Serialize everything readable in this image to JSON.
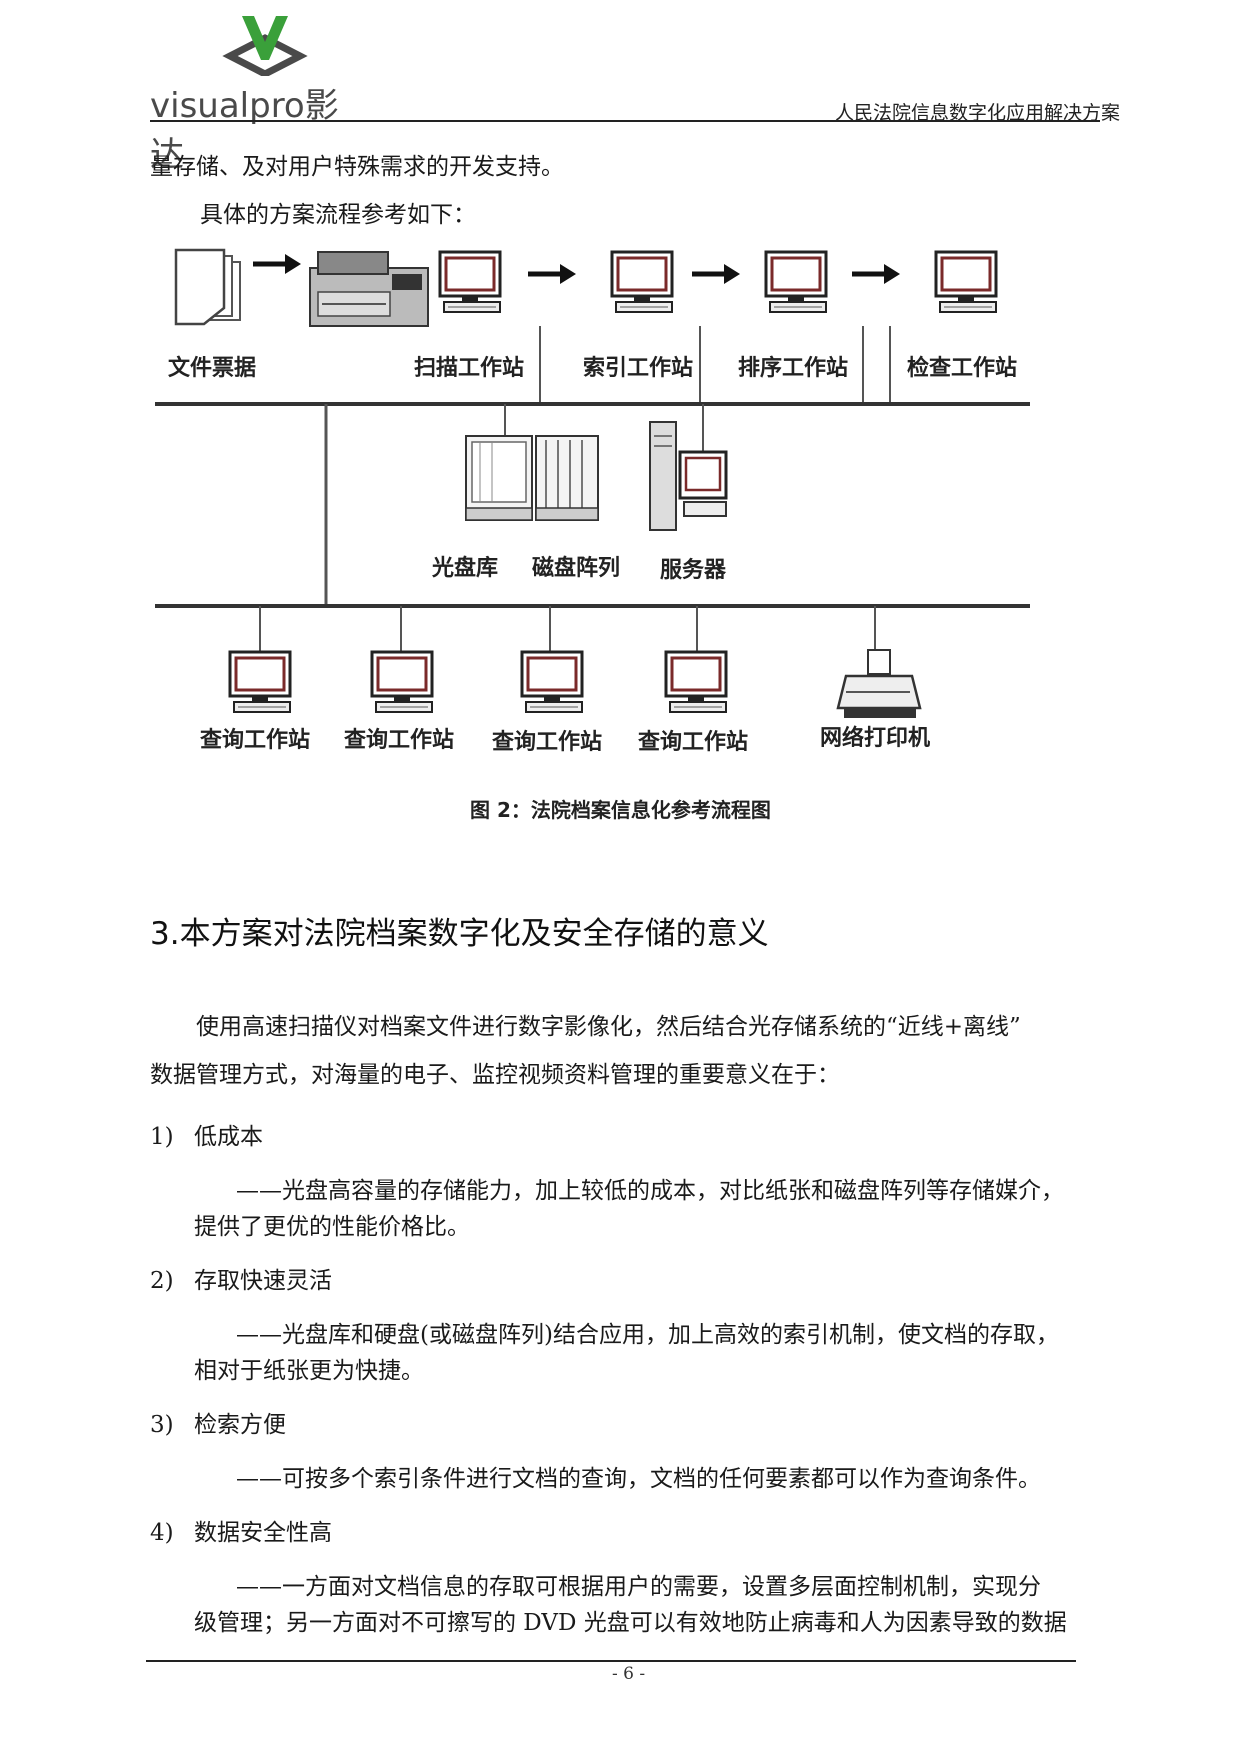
{
  "header": {
    "logo_text": "visualpro影达",
    "doc_title": "人民法院信息数字化应用解决方案"
  },
  "intro": {
    "line1": "量存储、及对用户特殊需求的开发支持。",
    "line2": "具体的方案流程参考如下："
  },
  "diagram": {
    "source_label": "文件票据",
    "scan_station": "扫描工作站",
    "index_station": "索引工作站",
    "sort_station": "排序工作站",
    "check_station": "检查工作站",
    "optical_library": "光盘库",
    "disk_array": "磁盘阵列",
    "server": "服务器",
    "query_stations": [
      "查询工作站",
      "查询工作站",
      "查询工作站",
      "查询工作站"
    ],
    "network_printer": "网络打印机",
    "caption": "图 2：法院档案信息化参考流程图"
  },
  "section": {
    "title": "3.本方案对法院档案数字化及安全存储的意义",
    "para_line1": "使用高速扫描仪对档案文件进行数字影像化，然后结合光存储系统的“近线+离线”",
    "para_line2": "数据管理方式，对海量的电子、监控视频资料管理的重要意义在于：",
    "items": [
      {
        "num": "1)",
        "title": "低成本",
        "desc_line1": "——光盘高容量的存储能力，加上较低的成本，对比纸张和磁盘阵列等存储媒介，",
        "desc_line2": "提供了更优的性能价格比。"
      },
      {
        "num": "2)",
        "title": "存取快速灵活",
        "desc_line1": "——光盘库和硬盘(或磁盘阵列)结合应用，加上高效的索引机制，使文档的存取，",
        "desc_line2": "相对于纸张更为快捷。"
      },
      {
        "num": "3)",
        "title": "检索方便",
        "desc_line1": "——可按多个索引条件进行文档的查询，文档的任何要素都可以作为查询条件。",
        "desc_line2": ""
      },
      {
        "num": "4)",
        "title": "数据安全性高",
        "desc_line1": "——一方面对文档信息的存取可根据用户的需要，设置多层面控制机制，实现分",
        "desc_line2": "级管理；另一方面对不可擦写的 DVD 光盘可以有效地防止病毒和人为因素导致的数据"
      }
    ]
  },
  "footer": {
    "page_number": "- 6 -"
  },
  "colors": {
    "logo_green": "#3aa03a",
    "logo_gray": "#4a4a4a",
    "screen_red": "#7a2a2a"
  }
}
